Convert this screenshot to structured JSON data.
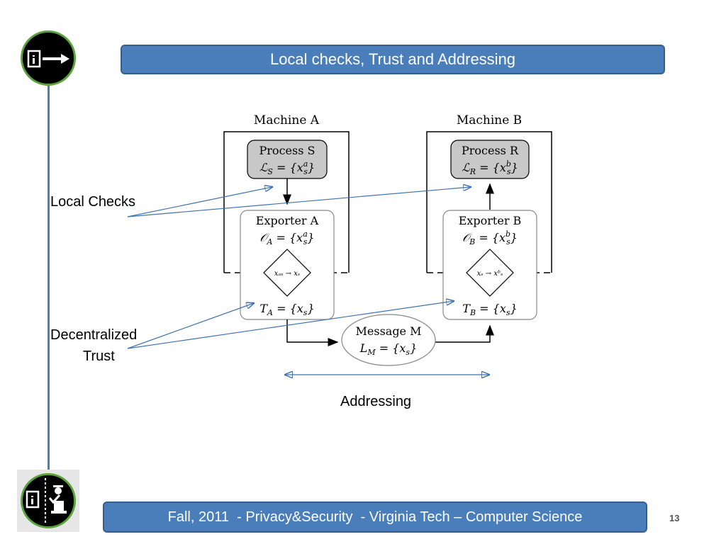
{
  "title": "Local checks, Trust and Addressing",
  "footer": "Fall, 2011  - Privacy&Security  - Virginia Tech – Computer Science",
  "page_number": "13",
  "labels": {
    "local_checks": "Local Checks",
    "decentralized": "Decentralized",
    "trust": "Trust",
    "addressing": "Addressing"
  },
  "diagram": {
    "machine_a": "Machine A",
    "machine_b": "Machine B",
    "process_s": {
      "name": "Process S",
      "label": "ℒ",
      "sub": "S",
      "eq": " = {x",
      "sup": "a",
      "sub2": "s",
      "close": "}"
    },
    "process_r": {
      "name": "Process R",
      "label": "ℒ",
      "sub": "R",
      "eq": " = {x",
      "sup": "b",
      "sub2": "s",
      "close": "}"
    },
    "exporter_a": {
      "name": "Exporter A",
      "label": "𝒪",
      "sub": "A",
      "eq": " = {x",
      "sup": "a",
      "sub2": "s",
      "close": "}"
    },
    "exporter_b": {
      "name": "Exporter B",
      "label": "𝒪",
      "sub": "B",
      "eq": " = {x",
      "sup": "b",
      "sub2": "s",
      "close": "}"
    },
    "trust_a": {
      "label": "T",
      "sub": "A",
      "eq": " = {x",
      "sub2": "s",
      "close": "}"
    },
    "trust_b": {
      "label": "T",
      "sub": "B",
      "eq": " = {x",
      "sub2": "s",
      "close": "}"
    },
    "message": {
      "name": "Message M",
      "label": "L",
      "sub": "M",
      "eq": " = {x",
      "sub2": "s",
      "close": "}"
    },
    "mapping_a": "xₐₛ → xₛ",
    "mapping_b": "xₛ → xᵇₛ"
  },
  "colors": {
    "accent": "#4a7ebb",
    "process_fill": "#c8c8c8",
    "arrow_blue": "#3f72af",
    "logo_ring": "#5aa33a"
  },
  "icons": {
    "top_logo": "phone-arrow-icon",
    "bottom_logo": "phone-person-icon"
  }
}
